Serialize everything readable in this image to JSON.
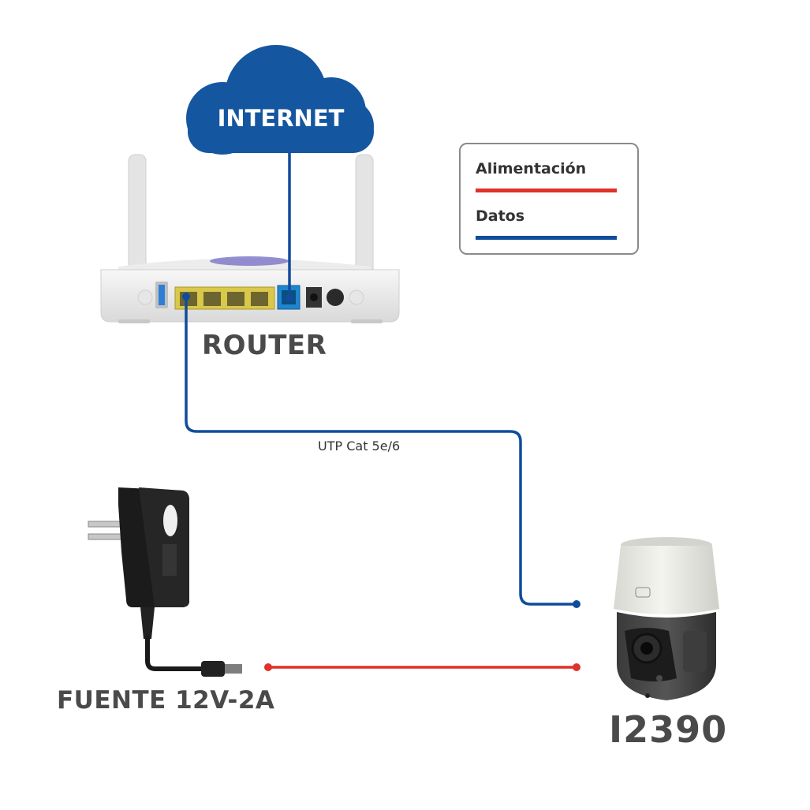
{
  "labels": {
    "internet": "INTERNET",
    "router": "ROUTER",
    "power_supply": "FUENTE 12V-2A",
    "camera": "I2390",
    "cable": "UTP Cat 5e/6"
  },
  "legend": {
    "items": [
      {
        "label": "Alimentación",
        "color": "#e0312a"
      },
      {
        "label": "Datos",
        "color": "#0f4c9c"
      }
    ]
  },
  "colors": {
    "power": "#e0312a",
    "data": "#0f4c9c",
    "cloud": "#14569f",
    "port_lan": "#d9c84a",
    "port_wan": "#1e86cf"
  },
  "icons": [
    "cloud-icon",
    "router-icon",
    "power-adapter-icon",
    "ptz-camera-icon"
  ]
}
